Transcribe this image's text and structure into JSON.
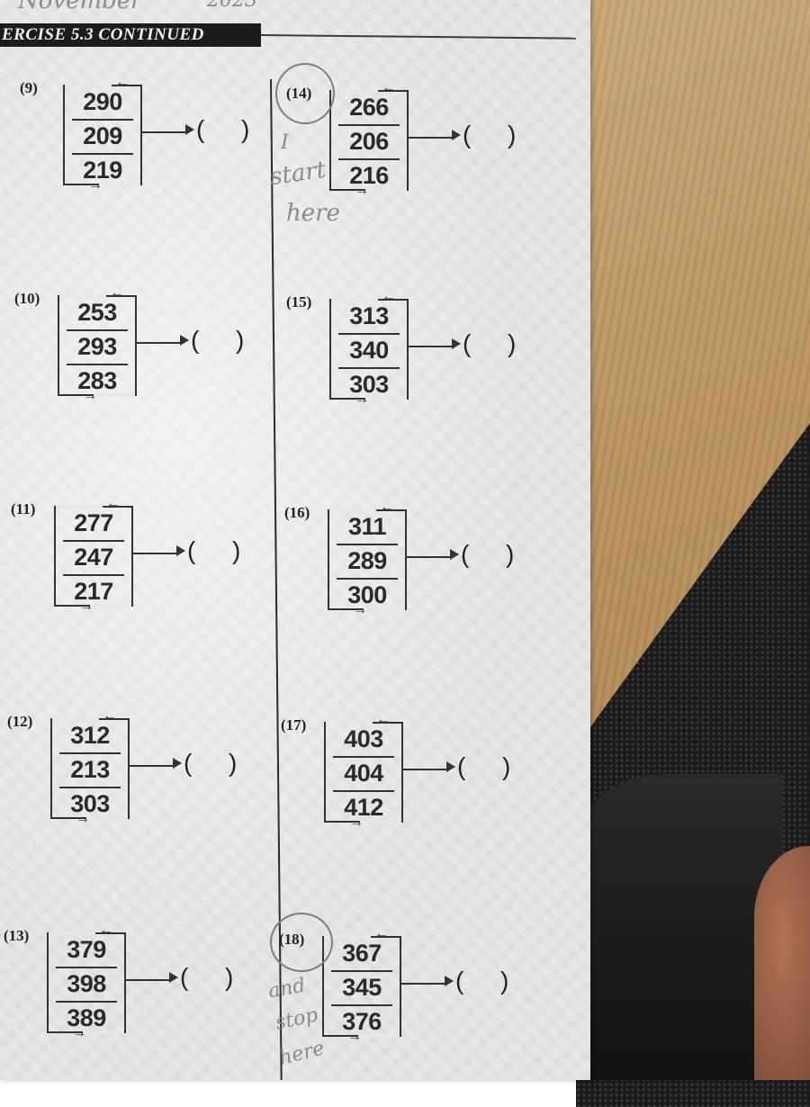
{
  "header": {
    "title": "ERCISE 5.3 CONTINUED",
    "scribble_left": "November",
    "scribble_right": "2023"
  },
  "exercises": [
    {
      "num": "(9)",
      "values": [
        "290",
        "209",
        "219"
      ],
      "paren_open": "(",
      "paren_close": ")"
    },
    {
      "num": "(10)",
      "values": [
        "253",
        "293",
        "283"
      ],
      "paren_open": "(",
      "paren_close": ")"
    },
    {
      "num": "(11)",
      "values": [
        "277",
        "247",
        "217"
      ],
      "paren_open": "(",
      "paren_close": ")"
    },
    {
      "num": "(12)",
      "values": [
        "312",
        "213",
        "303"
      ],
      "paren_open": "(",
      "paren_close": ")"
    },
    {
      "num": "(13)",
      "values": [
        "379",
        "398",
        "389"
      ],
      "paren_open": "(",
      "paren_close": ")"
    },
    {
      "num": "(14)",
      "values": [
        "266",
        "206",
        "216"
      ],
      "paren_open": "(",
      "paren_close": ")"
    },
    {
      "num": "(15)",
      "values": [
        "313",
        "340",
        "303"
      ],
      "paren_open": "(",
      "paren_close": ")"
    },
    {
      "num": "(16)",
      "values": [
        "311",
        "289",
        "300"
      ],
      "paren_open": "(",
      "paren_close": ")"
    },
    {
      "num": "(17)",
      "values": [
        "403",
        "404",
        "412"
      ],
      "paren_open": "(",
      "paren_close": ")"
    },
    {
      "num": "(18)",
      "values": [
        "367",
        "345",
        "376"
      ],
      "paren_open": "(",
      "paren_close": ")"
    }
  ],
  "notes": {
    "start_1": "I",
    "start_2": "start",
    "start_3": "here",
    "stop_1": "and",
    "stop_2": "stop",
    "stop_3": "here"
  }
}
